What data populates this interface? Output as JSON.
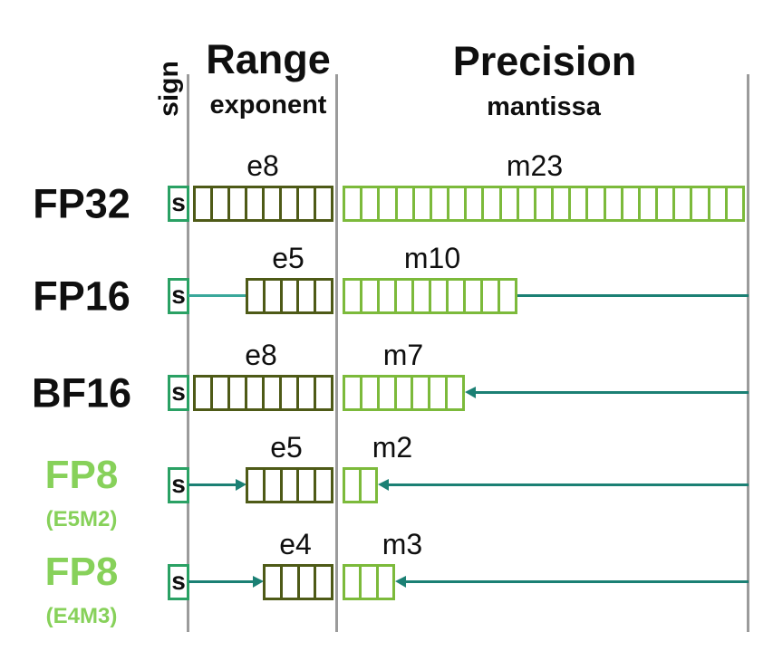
{
  "header": {
    "sign": "sign",
    "range_title": "Range",
    "range_subtitle": "exponent",
    "precision_title": "Precision",
    "precision_subtitle": "mantissa"
  },
  "rows": [
    {
      "name": "FP32",
      "variant": "",
      "sign_label": "s",
      "exponent": {
        "label": "e8",
        "bits": 8
      },
      "mantissa": {
        "label": "m23",
        "bits": 23
      }
    },
    {
      "name": "FP16",
      "variant": "",
      "sign_label": "s",
      "exponent": {
        "label": "e5",
        "bits": 5
      },
      "mantissa": {
        "label": "m10",
        "bits": 10
      }
    },
    {
      "name": "BF16",
      "variant": "",
      "sign_label": "s",
      "exponent": {
        "label": "e8",
        "bits": 8
      },
      "mantissa": {
        "label": "m7",
        "bits": 7
      }
    },
    {
      "name": "FP8",
      "variant": "(E5M2)",
      "sign_label": "s",
      "exponent": {
        "label": "e5",
        "bits": 5
      },
      "mantissa": {
        "label": "m2",
        "bits": 2
      }
    },
    {
      "name": "FP8",
      "variant": "(E4M3)",
      "sign_label": "s",
      "exponent": {
        "label": "e4",
        "bits": 4
      },
      "mantissa": {
        "label": "m3",
        "bits": 3
      }
    }
  ],
  "colors": {
    "sign_box": "#2aa164",
    "exponent_box": "#4e5a17",
    "mantissa_box": "#7cba3b",
    "line_dark": "#1b8074",
    "line_light": "#3aa89b",
    "divider": "#9b9b9b",
    "fp8_label": "#87d15a",
    "text": "#0f0f0f"
  }
}
